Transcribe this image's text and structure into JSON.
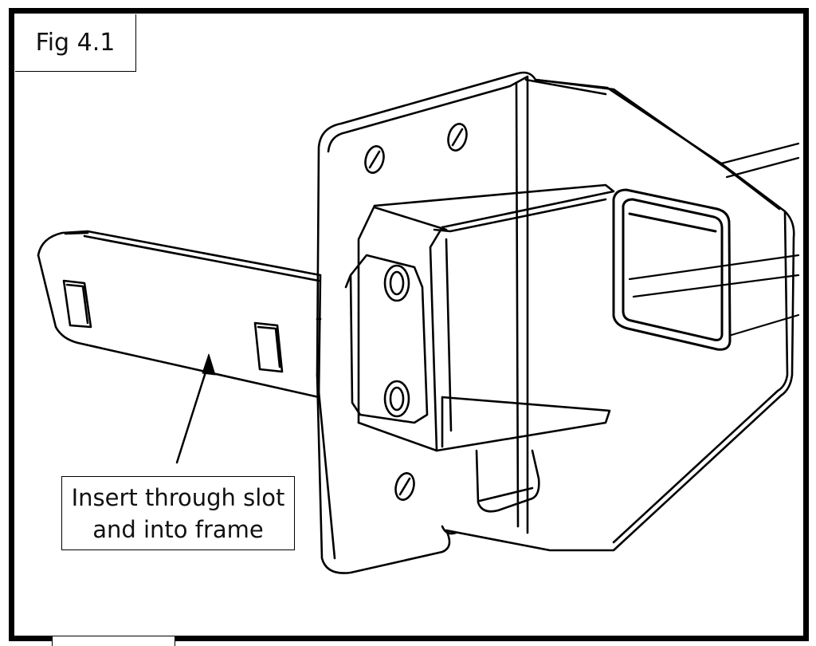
{
  "figure": {
    "label": "Fig 4.1"
  },
  "callout": {
    "line1": "Insert through slot",
    "line2": "and into frame"
  },
  "colors": {
    "ink": "#000000",
    "paper": "#ffffff"
  }
}
